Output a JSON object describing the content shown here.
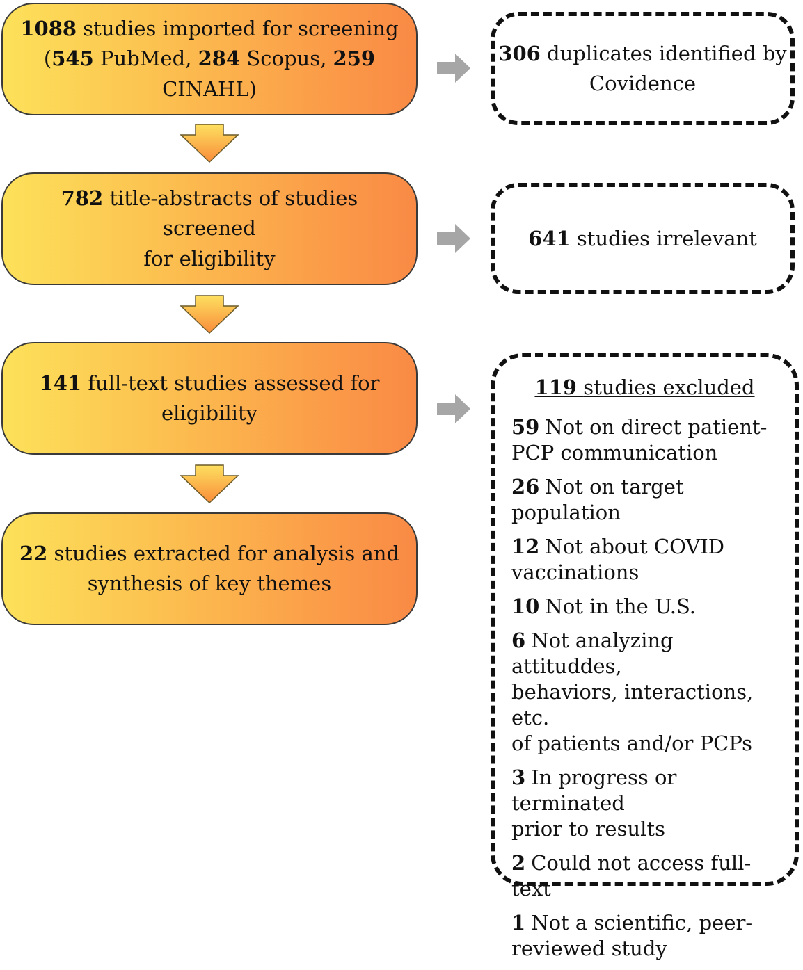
{
  "stages": [
    {
      "line1_num": "1088",
      "line1_text": "studies imported for screening",
      "line2_open": "(",
      "pubmed_num": "545",
      "pubmed_label": "PubMed,",
      "scopus_num": "284",
      "scopus_label": "Scopus,",
      "cinahl_num": "259",
      "cinahl_label": "CINAHL)"
    },
    {
      "num": "782",
      "text_a": "title-abstracts of studies screened",
      "text_b": "for eligibility"
    },
    {
      "num": "141",
      "text_a": "full-text studies assessed for",
      "text_b": "eligibility"
    },
    {
      "num": "22",
      "text_a": "studies extracted for analysis and",
      "text_b": "synthesis of key themes"
    }
  ],
  "exclusions": [
    {
      "num": "306",
      "text_a": "duplicates identified by",
      "text_b": "Covidence"
    },
    {
      "num": "641",
      "text_a": "studies irrelevant"
    }
  ],
  "excluded_box": {
    "header_num": "119",
    "header_text": "studies excluded",
    "reasons": [
      {
        "num": "59",
        "line1": "Not on direct patient-",
        "line2": "PCP communication"
      },
      {
        "num": "26",
        "line1": "Not on target",
        "line2": "population"
      },
      {
        "num": "12",
        "line1": "Not about COVID",
        "line2": "vaccinations"
      },
      {
        "num": "10",
        "line1": "Not in the U.S.",
        "line2": ""
      },
      {
        "num": "6",
        "line1": "Not analyzing attituddes,",
        "line2": "behaviors, interactions, etc.",
        "line3": "of patients and/or PCPs"
      },
      {
        "num": "3",
        "line1": "In progress or terminated",
        "line2": "prior to results"
      },
      {
        "num": "2",
        "line1": "Could not access full-text",
        "line2": ""
      },
      {
        "num": "1",
        "line1": "Not a scientific, peer-",
        "line2": "reviewed study"
      }
    ]
  },
  "colors": {
    "arrow_down_fill": "#f9a43a",
    "arrow_right_fill": "#a6a6a6",
    "stage_gradient_start": "#fde15a",
    "stage_gradient_end": "#f98a45"
  }
}
